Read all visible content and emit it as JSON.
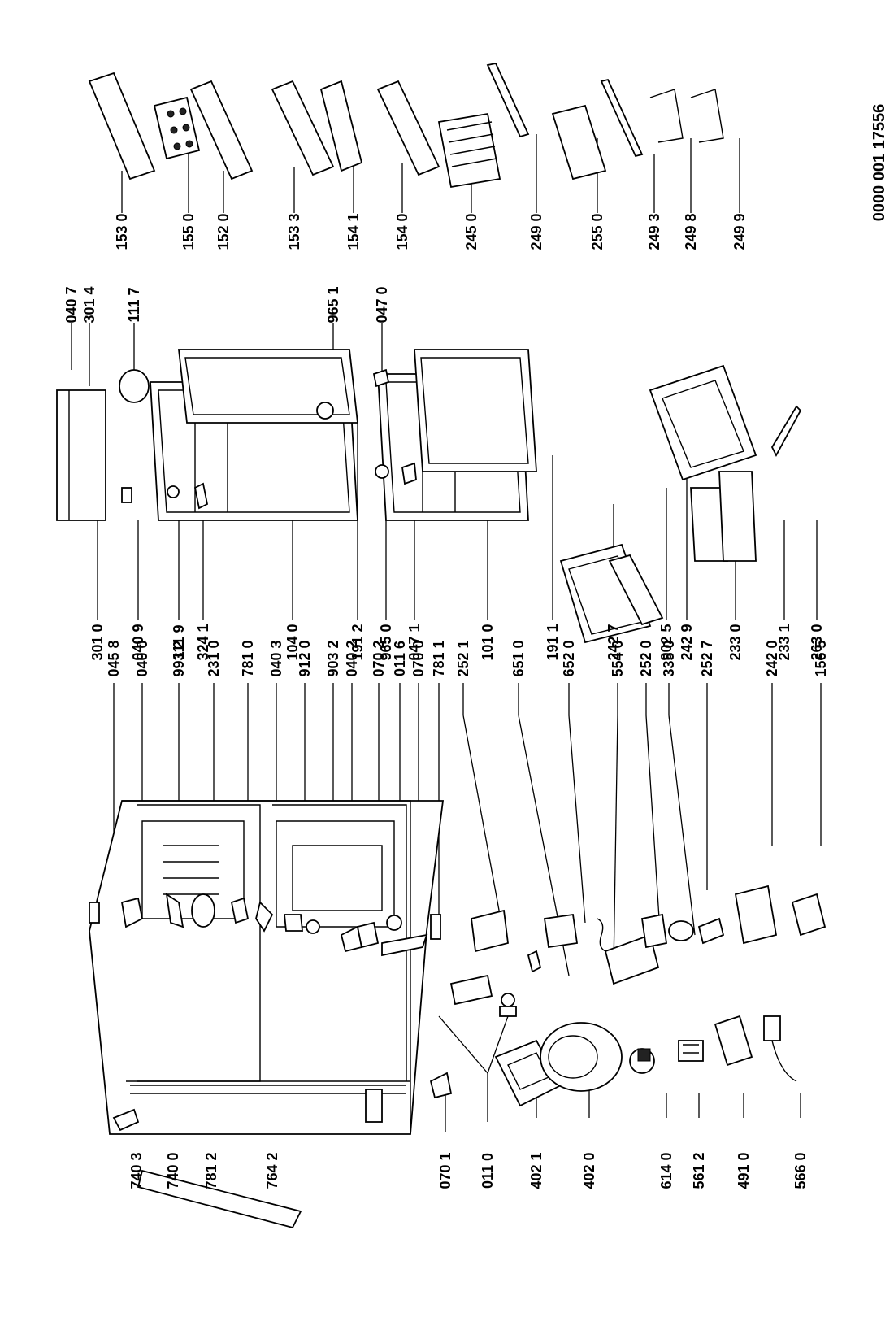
{
  "document_number": "0000 001 17556",
  "labels": {
    "col1": [
      "740 3",
      "740 0",
      "781 2",
      "764 2",
      "070 1",
      "011 0",
      "402 1",
      "402 0",
      "614 0",
      "561 2",
      "491 0",
      "566 0"
    ],
    "col2": [
      "045 8",
      "040 0",
      "993 2",
      "231 0",
      "781 0",
      "040 3",
      "912 0",
      "903 2",
      "040 2",
      "070 2",
      "011 6",
      "070 0",
      "781 1",
      "252 1",
      "651 0",
      "652 0",
      "554 0",
      "252 0",
      "335 0",
      "252 7",
      "242 0",
      "156 5"
    ],
    "col3": [
      "301 0",
      "040 9",
      "111 9",
      "324 1",
      "104 0",
      "191 2",
      "965 0",
      "047 1",
      "101 0",
      "191 1",
      "242 7",
      "902 5",
      "242 9",
      "233 0",
      "233 1",
      "263 0"
    ],
    "col4": [
      "040 7",
      "301 4",
      "111 7",
      "965 1",
      "047 0"
    ],
    "col5": [
      "153 0",
      "155 0",
      "152 0",
      "153 3",
      "154 1",
      "154 0",
      "245 0",
      "249 0",
      "255 0",
      "249 3",
      "249 8",
      "249 9"
    ]
  }
}
